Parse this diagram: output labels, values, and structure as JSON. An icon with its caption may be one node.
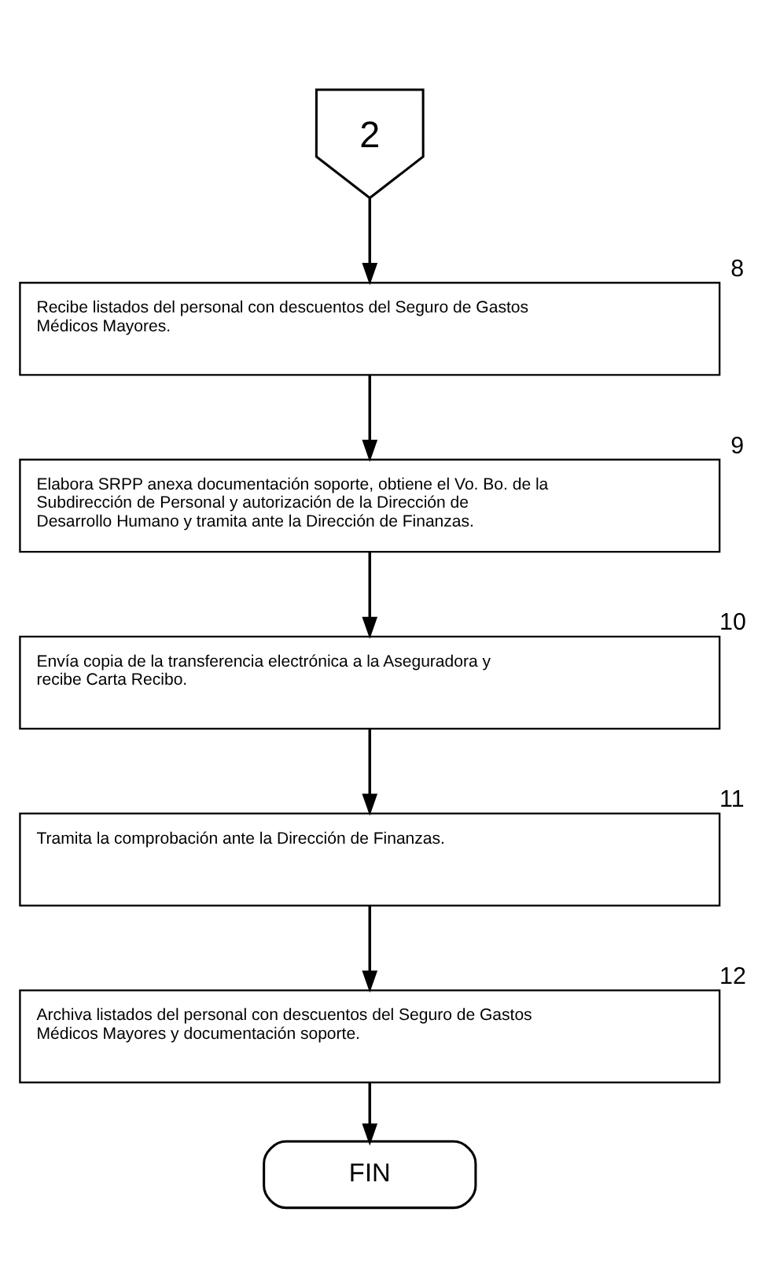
{
  "diagram": {
    "nodes": [
      {
        "text": [
          "2"
        ]
      },
      {
        "text": [
          "Recibe listados del personal con descuentos del Seguro de Gastos Médicos Mayores."
        ],
        "beside": [
          "8"
        ]
      },
      {
        "text": [
          "Elabora SRPP anexa documentación soporte, obtiene el Vo. Bo. de la Subdirección de Personal y autorización de la Dirección de Desarrollo Humano y tramita ante la Dirección de Finanzas."
        ],
        "beside": [
          "9"
        ]
      },
      {
        "text": [
          "Envía copia de la transferencia electrónica a la Aseguradora y recibe Carta Recibo."
        ],
        "beside": [
          "10"
        ]
      },
      {
        "text": [
          "Tramita la comprobación ante la Dirección de Finanzas."
        ],
        "beside": [
          "11"
        ]
      },
      {
        "text": [
          "Archiva listados del personal con descuentos del Seguro de Gastos Médicos Mayores y documentación soporte."
        ],
        "beside": [
          "12"
        ]
      },
      {
        "text": [
          "FIN"
        ]
      }
    ],
    "edges": [
      {
        "from": 0,
        "to": 1,
        "arrow": "to"
      },
      {
        "from": 1,
        "to": 2,
        "arrow": "to"
      },
      {
        "from": 2,
        "to": 3,
        "arrow": "to"
      },
      {
        "from": 3,
        "to": 4,
        "arrow": "to"
      },
      {
        "from": 4,
        "to": 5,
        "arrow": "to"
      },
      {
        "from": 5,
        "to": 6,
        "arrow": "to"
      }
    ]
  }
}
